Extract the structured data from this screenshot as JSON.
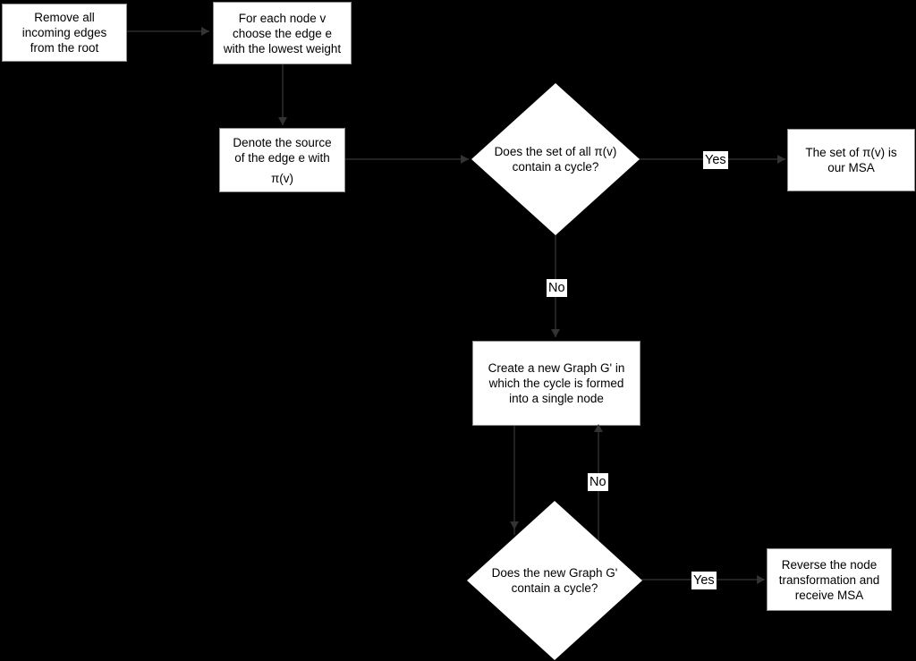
{
  "colors": {
    "background": "#000000",
    "node_fill": "#ffffff",
    "node_border": "#8f8f8f",
    "text": "#000000",
    "connector_line": "#222222",
    "arrowhead": "#333333"
  },
  "nodes": {
    "remove_root": {
      "lines": [
        "Remove all",
        "incoming edges",
        "from the root"
      ]
    },
    "choose_edge": {
      "lines": [
        "For each node v",
        "choose the edge e",
        "with the lowest weight"
      ]
    },
    "denote_source": {
      "lines": [
        "Denote the source",
        "of the edge e with"
      ],
      "symbol": "π(v)"
    },
    "cycle_check_1": {
      "lines": [
        "Does the set of all π(v)",
        "contain a cycle?"
      ]
    },
    "msa_result": {
      "lines": [
        "The set of π(v) is",
        "our MSA"
      ]
    },
    "create_graph": {
      "lines": [
        "Create a new Graph G' in",
        "which the cycle is formed",
        "into a single node"
      ]
    },
    "cycle_check_2": {
      "lines": [
        "Does the new Graph G'",
        "contain a cycle?"
      ]
    },
    "reverse_transform": {
      "lines": [
        "Reverse the node",
        "transformation and",
        "receive MSA"
      ]
    }
  },
  "edge_labels": {
    "yes_top": "Yes",
    "no_top": "No",
    "no_bottom": "No",
    "yes_bottom": "Yes"
  },
  "edges": [
    {
      "from": "remove_root",
      "to": "choose_edge",
      "label": ""
    },
    {
      "from": "choose_edge",
      "to": "denote_source",
      "label": ""
    },
    {
      "from": "denote_source",
      "to": "cycle_check_1",
      "label": ""
    },
    {
      "from": "cycle_check_1",
      "to": "msa_result",
      "label": "Yes"
    },
    {
      "from": "cycle_check_1",
      "to": "create_graph",
      "label": "No"
    },
    {
      "from": "create_graph",
      "to": "cycle_check_2",
      "label": ""
    },
    {
      "from": "cycle_check_2",
      "to": "create_graph",
      "label": "No"
    },
    {
      "from": "cycle_check_2",
      "to": "reverse_transform",
      "label": "Yes"
    }
  ]
}
